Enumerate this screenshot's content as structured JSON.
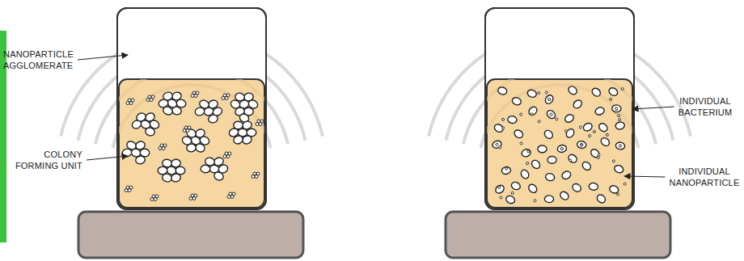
{
  "diagram": {
    "labels": [
      "NANOPARTICLE AGGLOMERATE",
      "COLONY FORMING UNIT",
      "INDIVIDUAL BACTERIUM",
      "INDIVIDUAL NANOPARTICLE"
    ]
  }
}
